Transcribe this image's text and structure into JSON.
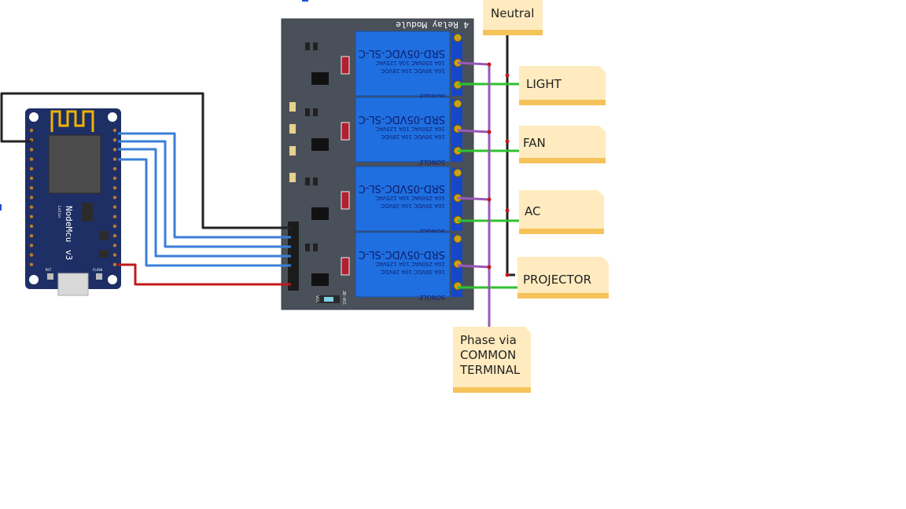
{
  "diagram": {
    "board": {
      "name": "NodeMcu",
      "version": "v3",
      "maker": "Lolin",
      "rst_label": "RST",
      "flash_label": "FLASH"
    },
    "relay_module": {
      "title": "4 Relay Module",
      "relay_model": "SRD-05VDC-SL-C",
      "ratings": [
        "10A 250VAC 10A 125VAC",
        "10A 30VDC 10A 28VDC"
      ],
      "brand": "SONGLE",
      "vcc_label": "VCC",
      "jdvcc_label": "JD-VCC"
    },
    "notes": {
      "neutral": "Neutral",
      "light": "LIGHT",
      "fan": "FAN",
      "ac": "AC",
      "projector": "PROJECTOR",
      "phase": [
        "Phase via",
        "COMMON",
        "TERMINAL"
      ]
    },
    "colors": {
      "board": "#1e2f66",
      "module": "#4a5059",
      "relay": "#1f6fe0",
      "terminal": "#1747c9",
      "note": "#ffebbf",
      "note_edge": "#f6c25a",
      "wire_signal": "#3a7fd8",
      "wire_power": "#c0191b",
      "wire_ground": "#222222",
      "wire_load": "#2fc22f",
      "wire_phase": "#9a58b8"
    }
  }
}
